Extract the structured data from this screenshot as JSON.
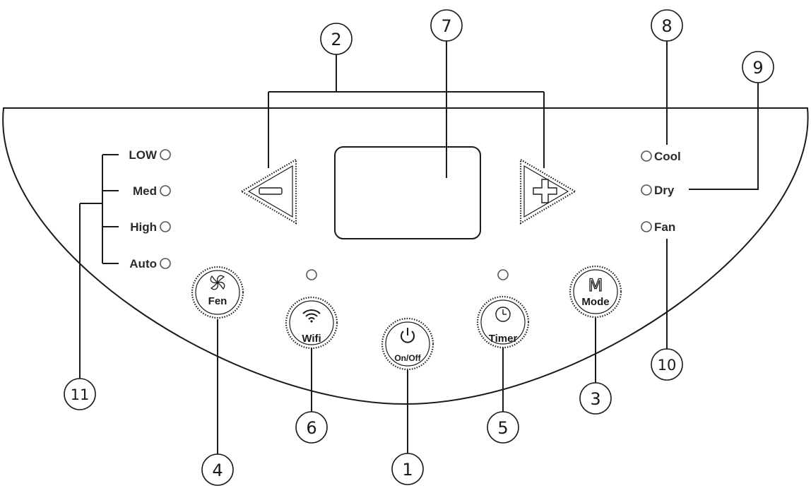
{
  "speed_labels": [
    "LOW",
    "Med",
    "High",
    "Auto"
  ],
  "mode_labels": [
    "Cool",
    "Dry",
    "Fan"
  ],
  "buttons": {
    "fan": "Fen",
    "wifi": "Wifi",
    "power": "On/Off",
    "timer": "Timer",
    "mode": "Mode",
    "mode_icon": "M"
  },
  "callouts": [
    "1",
    "2",
    "3",
    "4",
    "5",
    "6",
    "7",
    "8",
    "9",
    "10",
    "11"
  ],
  "colors": {
    "line": "#1a1a1a",
    "text": "#2a2a2a",
    "background": "#ffffff"
  },
  "icons": [
    "minus-icon",
    "plus-icon",
    "fan-icon",
    "wifi-icon",
    "power-icon",
    "clock-icon"
  ]
}
